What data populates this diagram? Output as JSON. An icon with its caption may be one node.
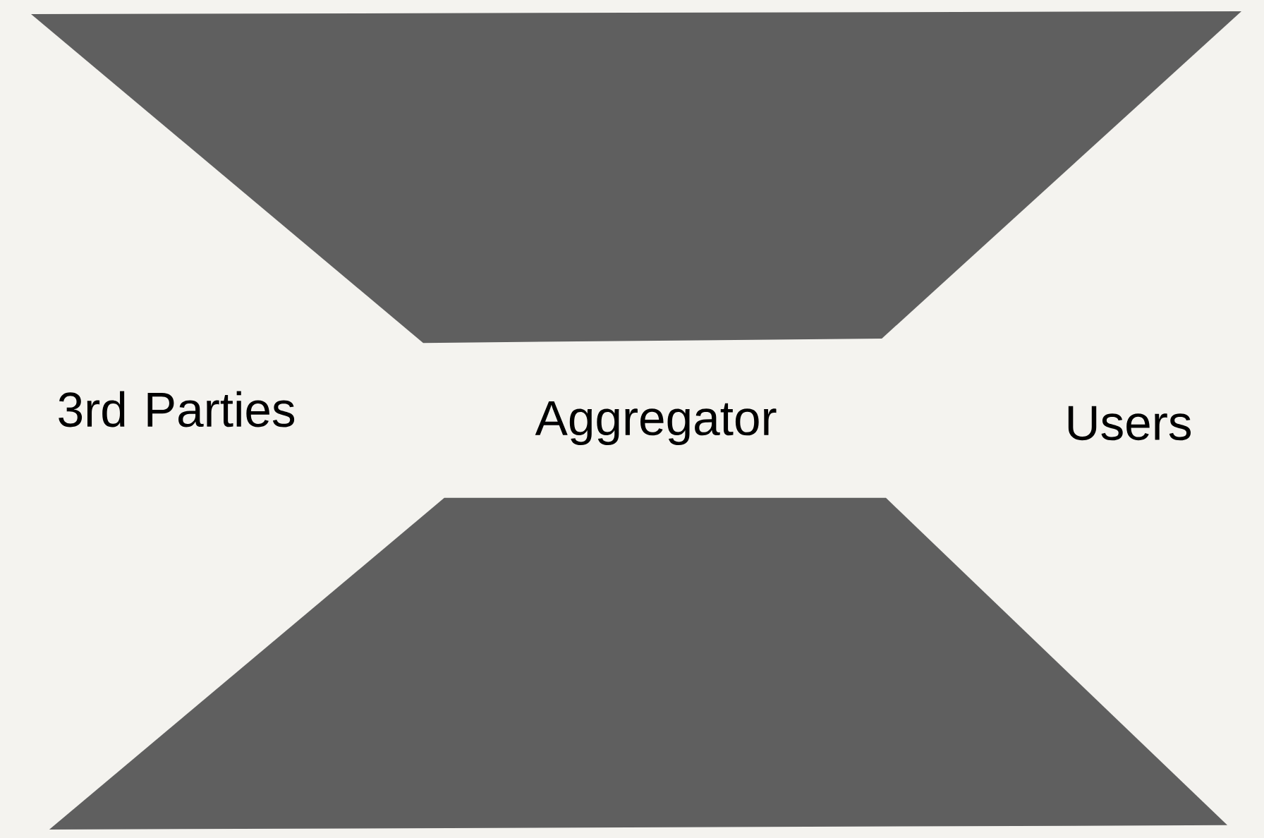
{
  "diagram": {
    "labels": [
      "3rd Parties",
      "Aggregator",
      "Users"
    ]
  }
}
